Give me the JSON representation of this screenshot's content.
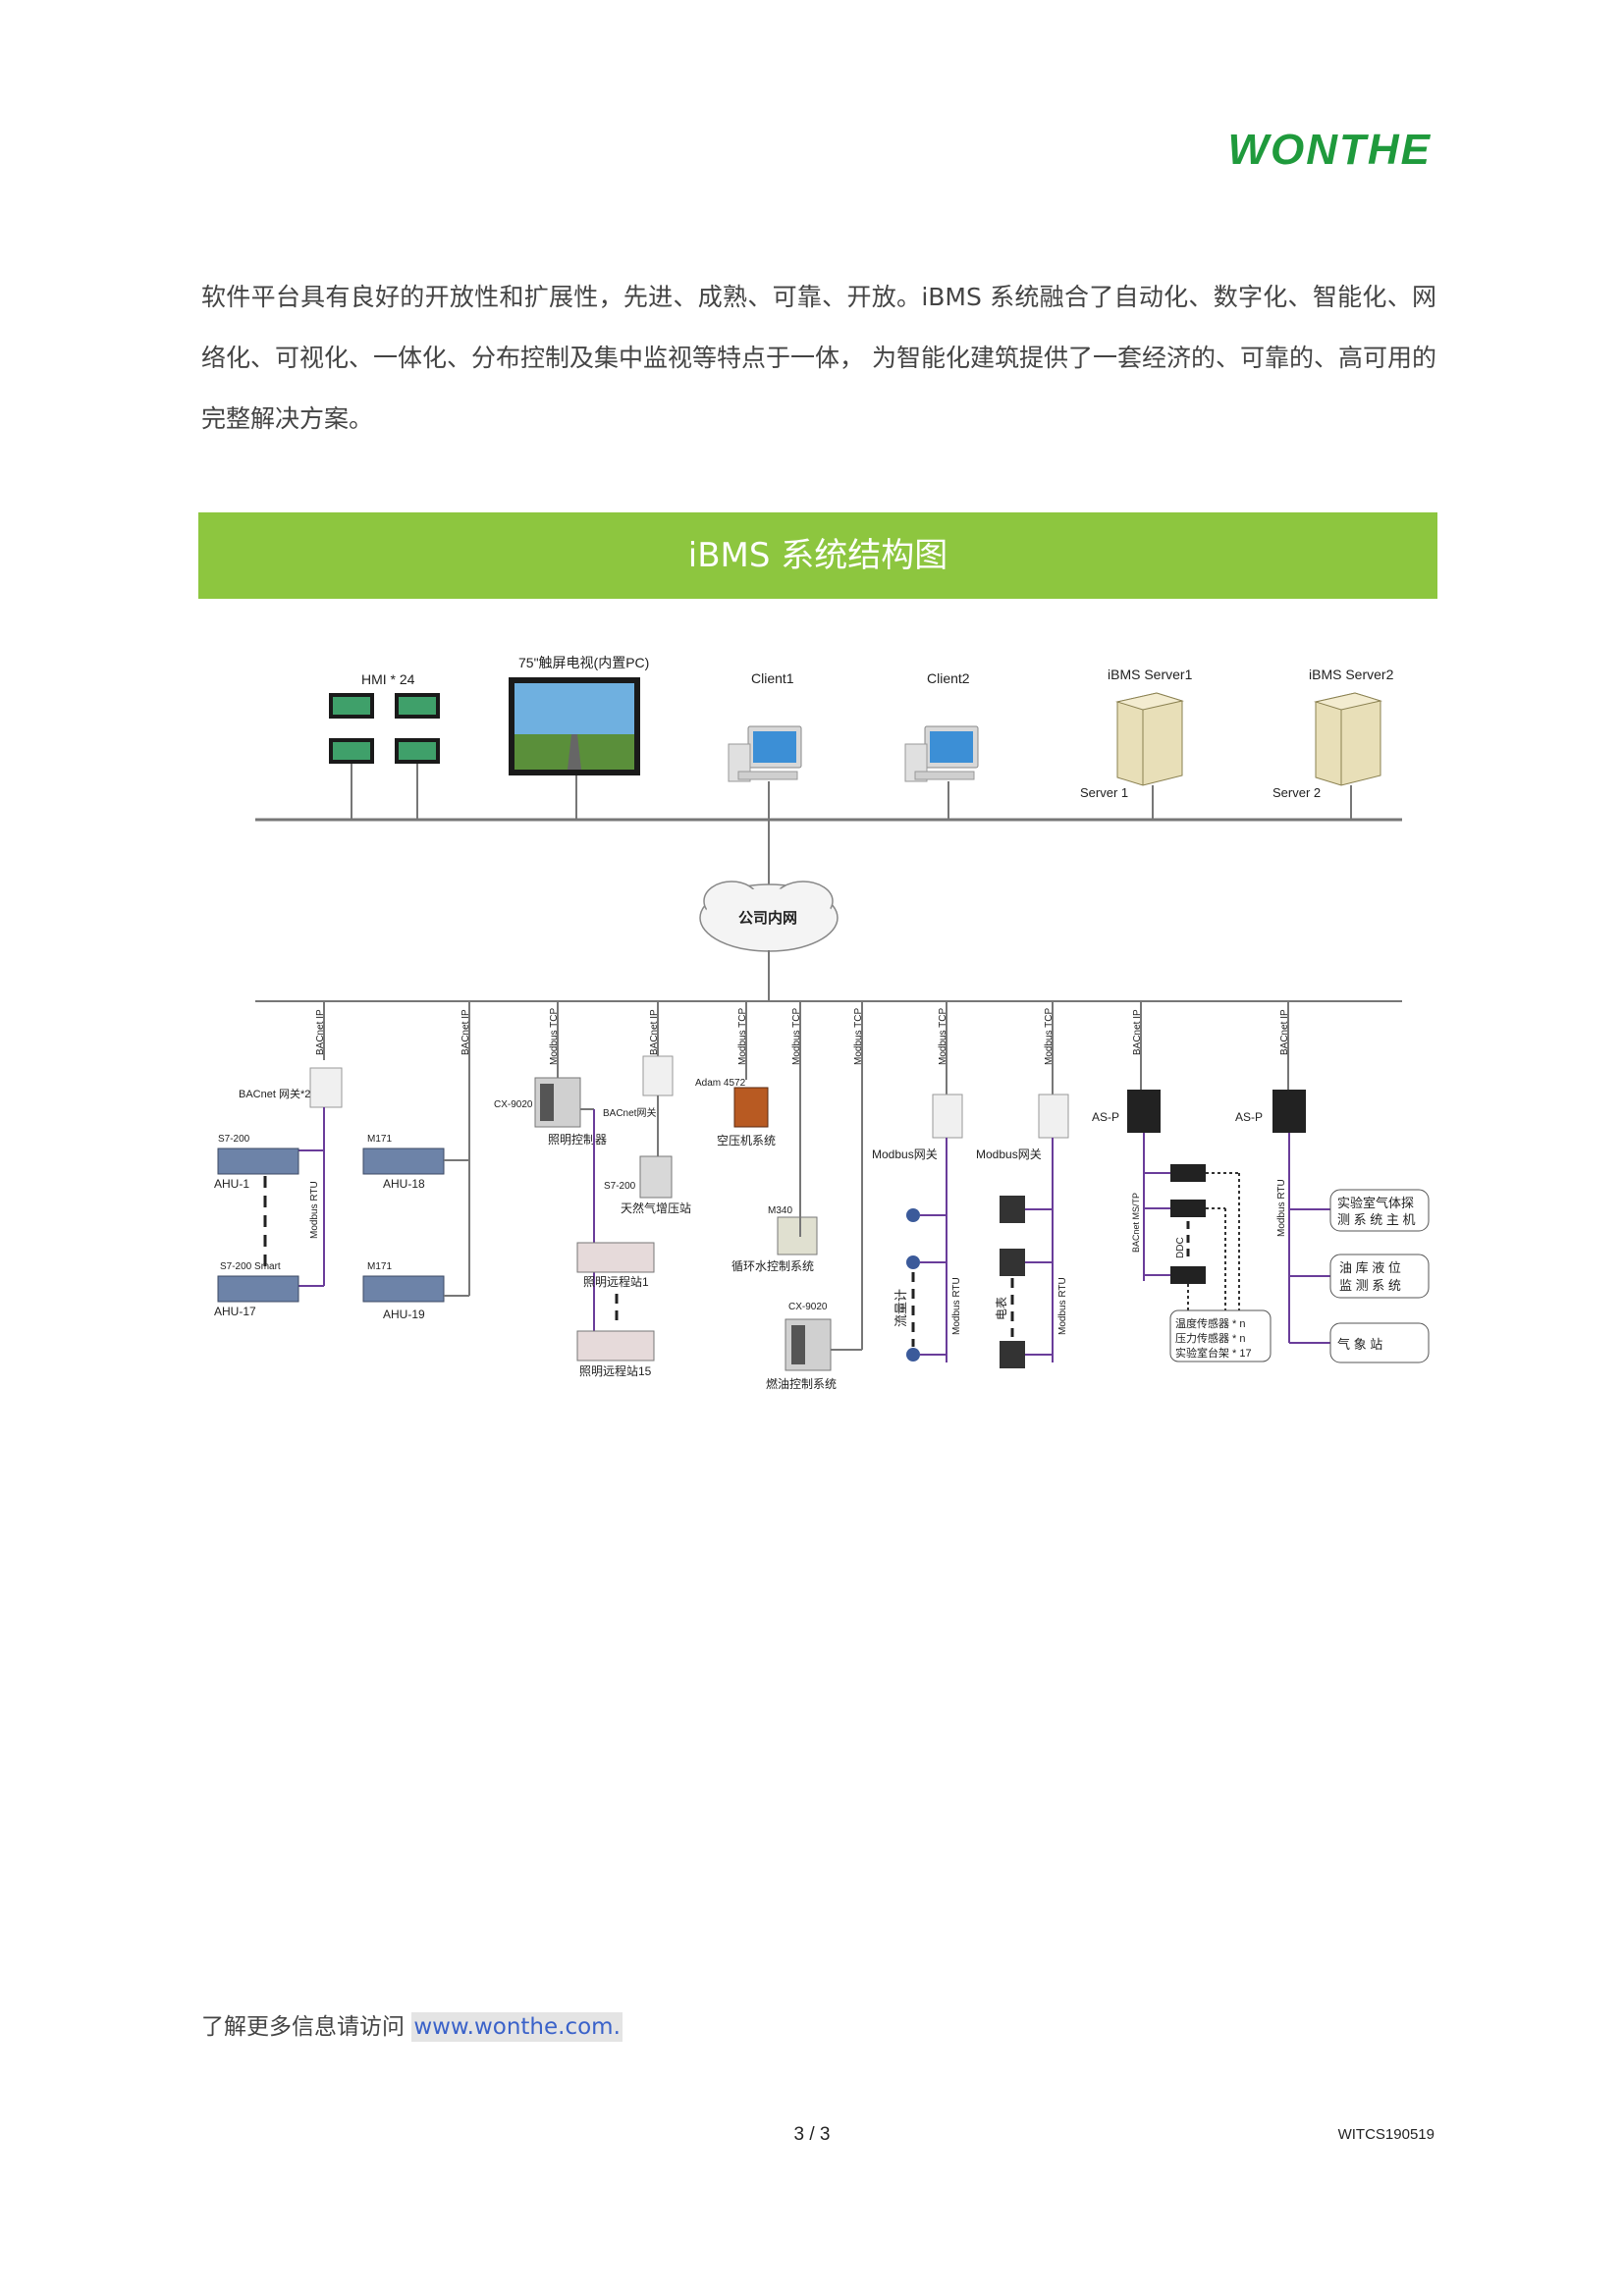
{
  "header": {
    "logo_text": "WONTHE"
  },
  "intro": {
    "text": "软件平台具有良好的开放性和扩展性，先进、成熟、可靠、开放。iBMS 系统融合了自动化、数字化、智能化、网络化、可视化、一体化、分布控制及集中监视等特点于一体， 为智能化建筑提供了一套经济的、可靠的、高可用的完整解决方案。"
  },
  "banner": {
    "title": "iBMS 系统结构图"
  },
  "diagram": {
    "top": {
      "hmi": "HMI * 24",
      "touch_tv": "75\"触屏电视(内置PC)",
      "client1": "Client1",
      "client2": "Client2",
      "server1_title": "iBMS Server1",
      "server2_title": "iBMS Server2",
      "server1_label": "Server 1",
      "server2_label": "Server 2",
      "cloud": "公司内网"
    },
    "protocols": {
      "bacnet_ip": "BACnet IP",
      "modbus_tcp": "Modbus TCP",
      "modbus_rtu": "Modbus RTU",
      "bacnet_ms_tp": "BACnet MS/TP"
    },
    "devices": {
      "bacnet_gw2": "BACnet 网关*2",
      "s7_200": "S7-200",
      "ahu1": "AHU-1",
      "m171_a": "M171",
      "ahu18": "AHU-18",
      "s7_200_smart": "S7-200 Smart",
      "ahu17": "AHU-17",
      "m171_b": "M171",
      "ahu19": "AHU-19",
      "cx9020_a": "CX-9020",
      "lighting_ctrl": "照明控制器",
      "bacnet_gw": "BACnet网关",
      "s7_200_b": "S7-200",
      "gas_station": "天然气增压站",
      "lighting_rs1": "照明远程站1",
      "lighting_rs15": "照明远程站15",
      "adam": "Adam 4572",
      "air_comp": "空压机系统",
      "m340": "M340",
      "water_sys": "循环水控制系统",
      "cx9020_b": "CX-9020",
      "oil_sys": "燃油控制系统",
      "modbus_gw1": "Modbus网关",
      "modbus_gw2": "Modbus网关",
      "flowmeter": "流量计",
      "power_meter": "电表",
      "asp1": "AS-P",
      "asp2": "AS-P",
      "ddc": "DDC",
      "sensor1": "温度传感器 * n",
      "sensor2": "压力传感器 * n",
      "sensor3": "实验室台架 * 17",
      "lab_gas_1": "实验室气体探",
      "lab_gas_2": "测 系 统 主 机",
      "oil_level_1": "油 库 液 位",
      "oil_level_2": "监 测 系 统",
      "weather": "气    象    站"
    }
  },
  "footer": {
    "more_info": "了解更多信息请访问 ",
    "url": "www.wonthe.com.",
    "page": "3 / 3",
    "doc_code": "WITCS190519"
  },
  "colors": {
    "brand_green": "#1f9a3c",
    "banner_green": "#8dc63f",
    "rtu_purple": "#6a3d9a",
    "link_blue": "#3a62c9"
  }
}
